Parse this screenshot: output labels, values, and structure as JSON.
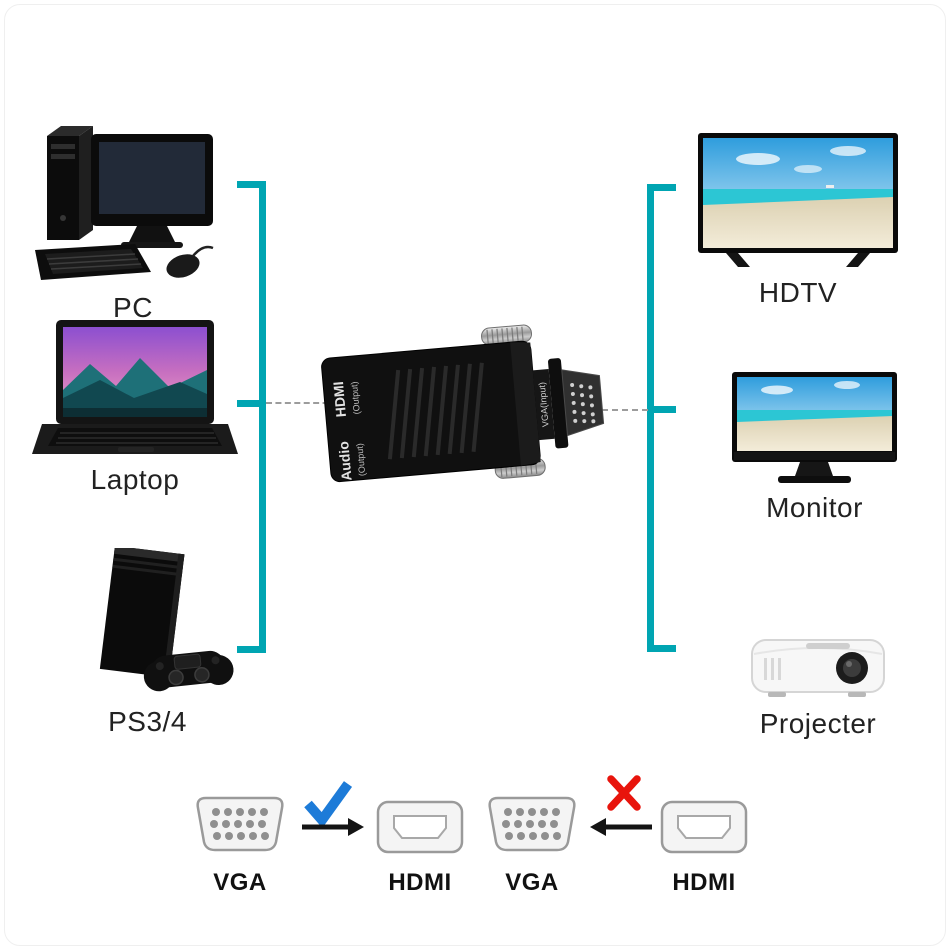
{
  "page": {
    "background": "#ffffff"
  },
  "colors": {
    "teal": "#00a5b2",
    "check": "#1d7bd8",
    "cross": "#e8140c",
    "arrow": "#141414",
    "label": "#222222"
  },
  "sources": {
    "items": [
      {
        "id": "pc",
        "label": "PC"
      },
      {
        "id": "laptop",
        "label": "Laptop"
      },
      {
        "id": "ps34",
        "label": "PS3/4"
      }
    ]
  },
  "displays": {
    "items": [
      {
        "id": "hdtv",
        "label": "HDTV"
      },
      {
        "id": "monitor",
        "label": "Monitor"
      },
      {
        "id": "projector",
        "label": "Projecter"
      }
    ]
  },
  "adapter": {
    "hdmi_label": "HDMI",
    "hdmi_sub": "(Output)",
    "audio_label": "Audio",
    "audio_sub": "(Output)",
    "vga_label": "VGA(Input)"
  },
  "compat": {
    "connectors": [
      {
        "type": "vga",
        "label": "VGA"
      },
      {
        "type": "hdmi",
        "label": "HDMI"
      },
      {
        "type": "vga",
        "label": "VGA"
      },
      {
        "type": "hdmi",
        "label": "HDMI"
      }
    ],
    "icons": {
      "checkmark_icon": "✓",
      "x_icon": "✗",
      "arrow_right_icon": "→",
      "arrow_left_icon": "←"
    }
  }
}
